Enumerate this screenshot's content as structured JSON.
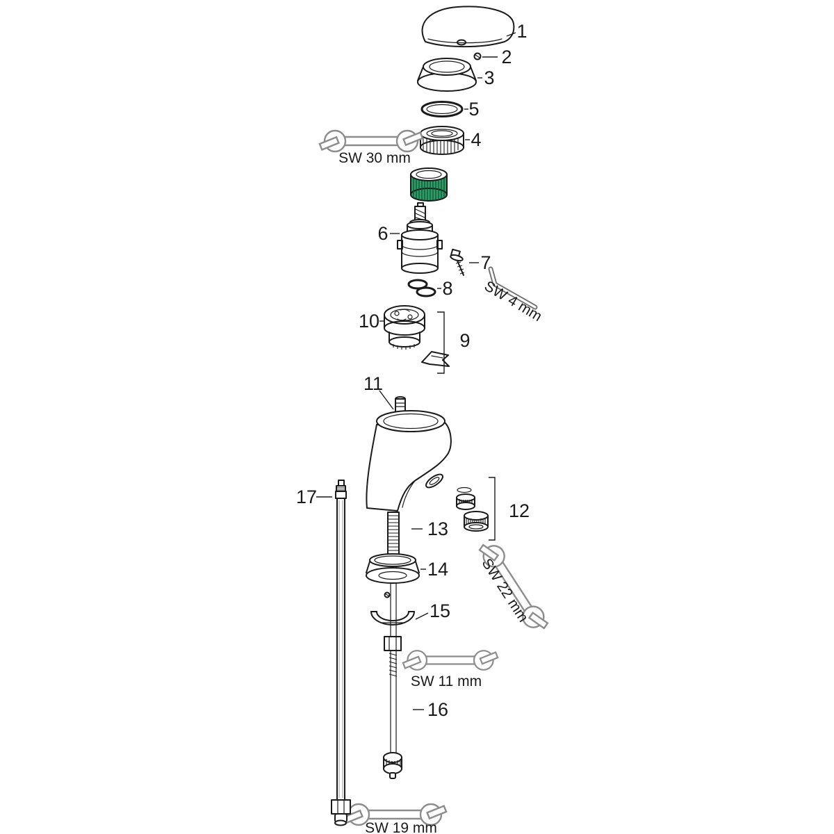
{
  "diagram": {
    "kind": "exploded-parts-diagram",
    "callouts": {
      "p1": "1",
      "p2": "2",
      "p3": "3",
      "p4": "4",
      "p5": "5",
      "p6": "6",
      "p7": "7",
      "p8": "8",
      "p9": "9",
      "p10": "10",
      "p11": "11",
      "p12": "12",
      "p13": "13",
      "p14": "14",
      "p15": "15",
      "p16": "16",
      "p17": "17"
    },
    "tools": {
      "wrench_30": "SW 30 mm",
      "allen_4": "SW 4 mm",
      "wrench_22": "SW 22 mm",
      "wrench_11": "SW 11 mm",
      "wrench_19": "SW 19 mm"
    },
    "colors": {
      "line": "#1a1a1a",
      "tool": "#8c8c8c",
      "accent_green": "#2f9d68",
      "background": "#ffffff"
    }
  }
}
